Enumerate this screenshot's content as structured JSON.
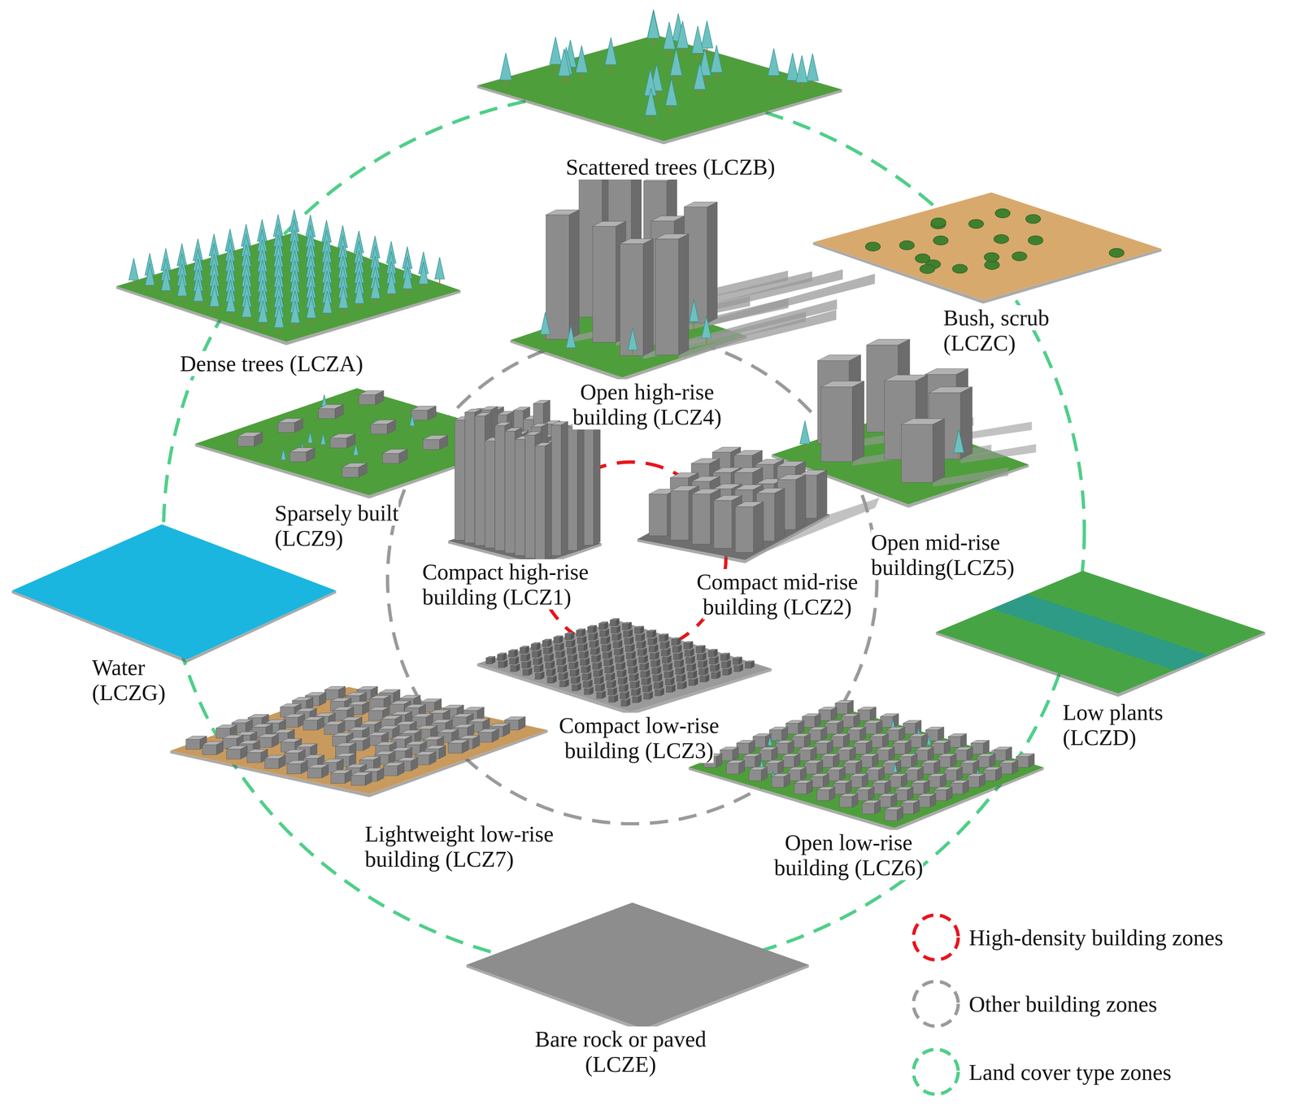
{
  "diagram": {
    "labels": [
      "Scattered trees (LCZB)",
      "Dense trees (LCZA)",
      "Bush, scrub (LCZC)",
      "Open high-rise building (LCZ4)",
      "Sparsely built (LCZ9)",
      "Open mid-rise building(LCZ5)",
      "Compact high-rise building (LCZ1)",
      "Compact mid-rise building (LCZ2)",
      "Water (LCZG)",
      "Low plants (LCZD)",
      "Compact low-rise building (LCZ3)",
      "Lightweight low-rise building (LCZ7)",
      "Open low-rise building (LCZ6)",
      "Bare rock or paved (LCZE)"
    ],
    "legend": [
      {
        "text": "High-density building zones"
      },
      {
        "text": "Other building zones"
      },
      {
        "text": "Land cover type zones"
      }
    ]
  }
}
